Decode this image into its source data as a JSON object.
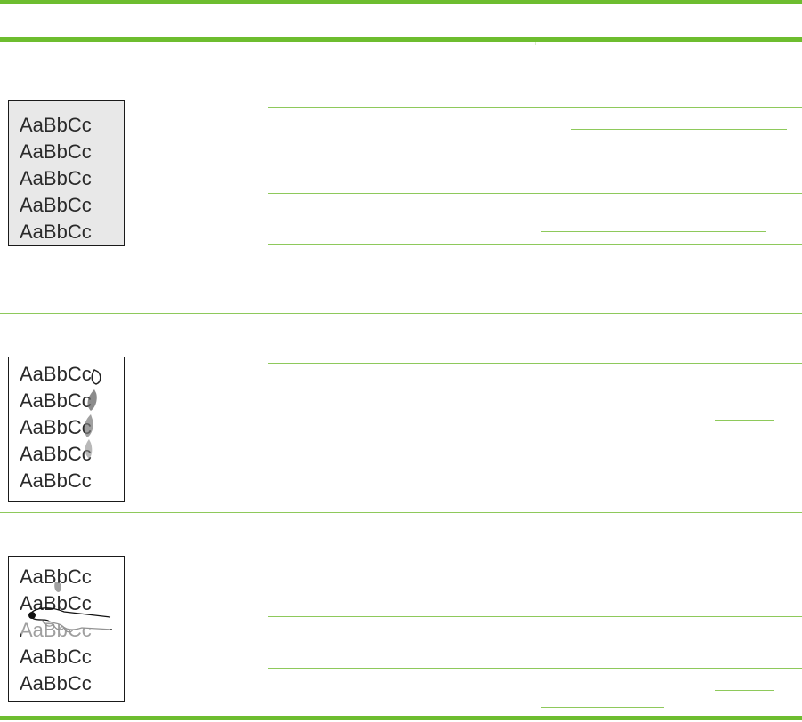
{
  "samples": {
    "gray_background": {
      "lines": [
        "AaBbCc",
        "AaBbCc",
        "AaBbCc",
        "AaBbCc",
        "AaBbCc"
      ]
    },
    "toner_smear": {
      "lines": [
        "AaBbCc",
        "AaBbCc",
        "AaBbCc",
        "AaBbCc",
        "AaBbCc"
      ]
    },
    "loose_toner": {
      "lines": [
        "AaBbCc",
        "AaBbCc",
        "AaBbCc",
        "AaBbCc",
        "AaBbCc"
      ]
    }
  },
  "colors": {
    "rule_thick": "#6dbd2f",
    "rule_thin": "#8ec95b",
    "link_underline": "#8ec95b",
    "gray_sample_bg": "#e8e8e8"
  }
}
